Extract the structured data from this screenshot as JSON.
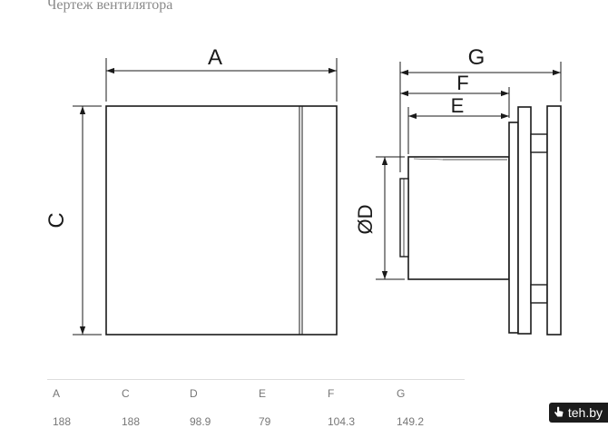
{
  "title": "Чертеж вентилятора",
  "labels": {
    "a": "A",
    "c": "C",
    "d": "ØD",
    "e": "E",
    "f": "F",
    "g": "G"
  },
  "table": {
    "headers": [
      "A",
      "C",
      "D",
      "E",
      "F",
      "G"
    ],
    "values": [
      "188",
      "188",
      "98.9",
      "79",
      "104.3",
      "149.2"
    ]
  },
  "watermark": "teh.by",
  "colors": {
    "line": "#1a1a1a",
    "title": "#8a8a8a",
    "table_text": "#777777",
    "watermark_bg": "#1c1c1c"
  }
}
